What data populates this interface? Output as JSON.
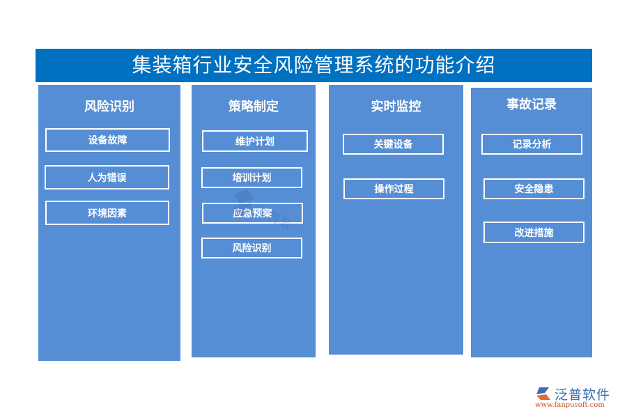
{
  "title": "集装箱行业安全风险管理系统的功能介绍",
  "colors": {
    "title_bg": "#0070c0",
    "panel_bg": "#558ed5",
    "text": "#ffffff"
  },
  "panels": [
    {
      "title": "风险识别",
      "items": [
        "设备故障",
        "人为错误",
        "环境因素"
      ]
    },
    {
      "title": "策略制定",
      "items": [
        "维护计划",
        "培训计划",
        "应急预案",
        "风险识别"
      ]
    },
    {
      "title": "实时监控",
      "items": [
        "关键设备",
        "操作过程"
      ]
    },
    {
      "title": "事故记录",
      "items": [
        "记录分析",
        "安全隐患",
        "改进措施"
      ]
    }
  ],
  "logo": {
    "icon": "fanpu-logo-icon",
    "name": "泛普软件",
    "url": "www.fanpusoft.com"
  }
}
